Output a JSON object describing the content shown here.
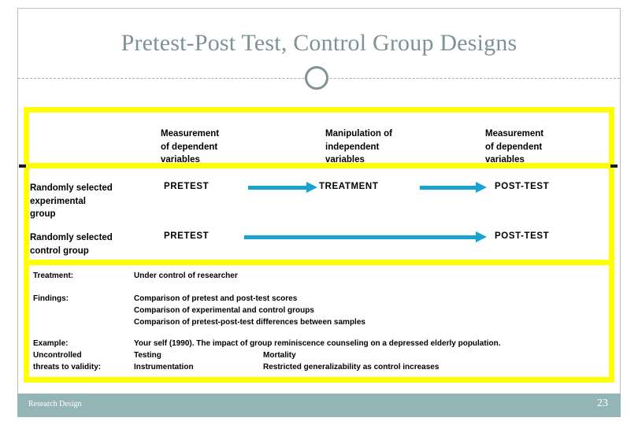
{
  "slide": {
    "title": "Pretest-Post Test, Control Group Designs"
  },
  "diagram": {
    "column_headers": [
      "Measurement\nof dependent\nvariables",
      "Manipulation of\nindependent\nvariables",
      "Measurement\nof dependent\nvariables"
    ],
    "rows": [
      {
        "group": "Randomly selected\nexperimental\ngroup",
        "pretest": "PRETEST",
        "treatment": "TREATMENT",
        "posttest": "POST-TEST"
      },
      {
        "group": "Randomly selected\ncontrol group",
        "pretest": "PRETEST",
        "treatment": "",
        "posttest": "POST-TEST"
      }
    ]
  },
  "details": [
    {
      "label": "Treatment:",
      "body": "Under control of researcher",
      "body2": ""
    },
    {
      "label": "Findings:",
      "body": "Comparison of pretest and post-test scores\nComparison of experimental and control groups\nComparison of pretest-post-test differences between samples",
      "body2": ""
    },
    {
      "label": "Example:\nUncontrolled\nthreats to validity:",
      "body": "Your self (1990). The impact of group reminiscence counseling on a depressed elderly population.\nTesting\nInstrumentation",
      "body2": "Mortality\nRestricted generalizability as control increases"
    }
  ],
  "footer": {
    "label": "Research Design",
    "page": "23"
  },
  "colors": {
    "title": "#7f9294",
    "frame": "#ffff00",
    "arrow": "#18a2cf",
    "footer_bar": "#94b5b5"
  }
}
